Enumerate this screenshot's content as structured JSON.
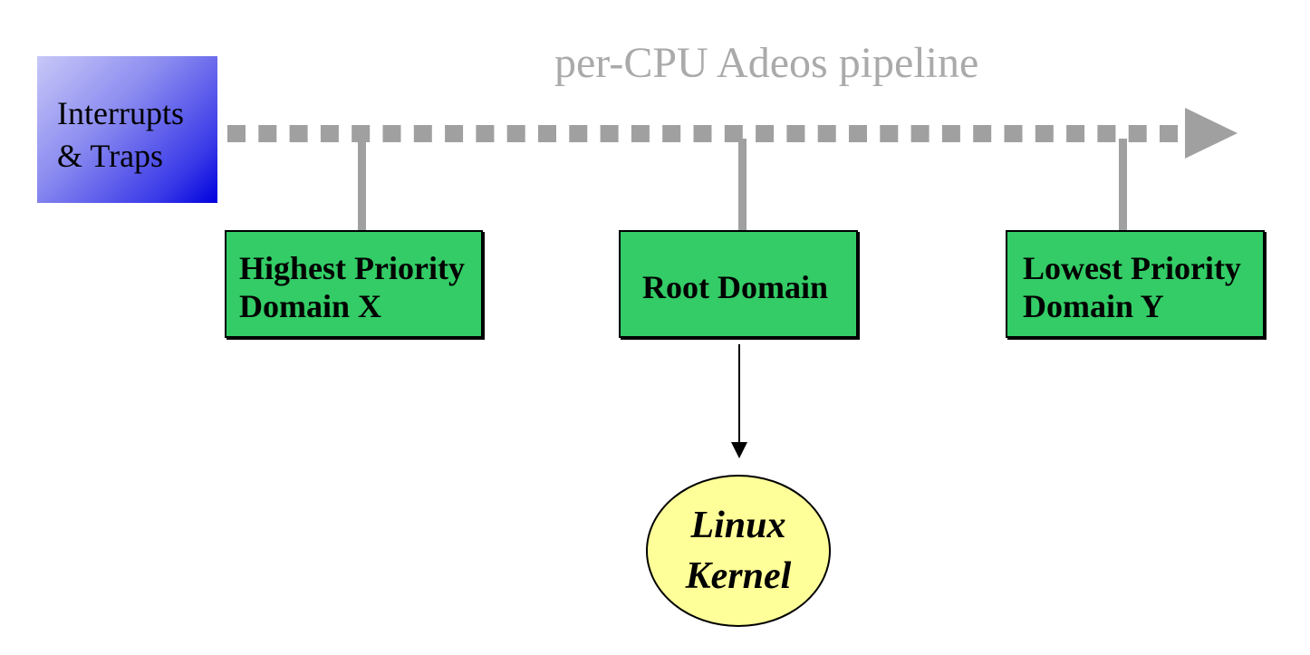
{
  "title": "per-CPU Adeos pipeline",
  "source": {
    "line1": "Interrupts",
    "line2": "& Traps"
  },
  "domains": [
    {
      "line1": "Highest Priority",
      "line2": "Domain X"
    },
    {
      "line1": "Root Domain"
    },
    {
      "line1": "Lowest Priority",
      "line2": "Domain Y"
    }
  ],
  "kernel": {
    "line1": "Linux",
    "line2": "Kernel"
  },
  "colors": {
    "pipeline": "#a0a0a0",
    "domain_fill": "#33cc66",
    "kernel_fill": "#ffff99",
    "source_gradient_end": "#0000dd"
  }
}
